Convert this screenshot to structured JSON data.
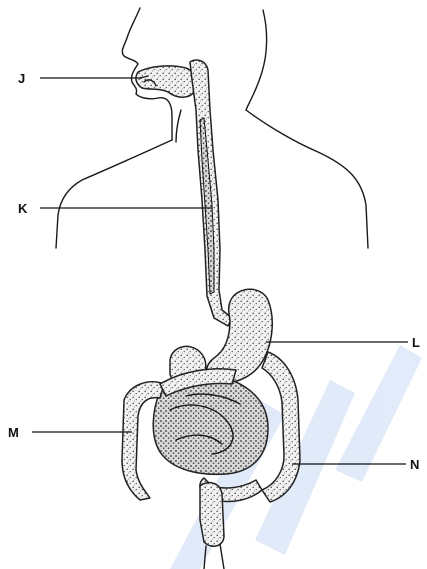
{
  "diagram": {
    "labels": {
      "J": "J",
      "K": "K",
      "L": "L",
      "M": "M",
      "N": "N"
    },
    "colors": {
      "ink": "#1a1a1a",
      "watermark": "#1e62d8"
    }
  }
}
